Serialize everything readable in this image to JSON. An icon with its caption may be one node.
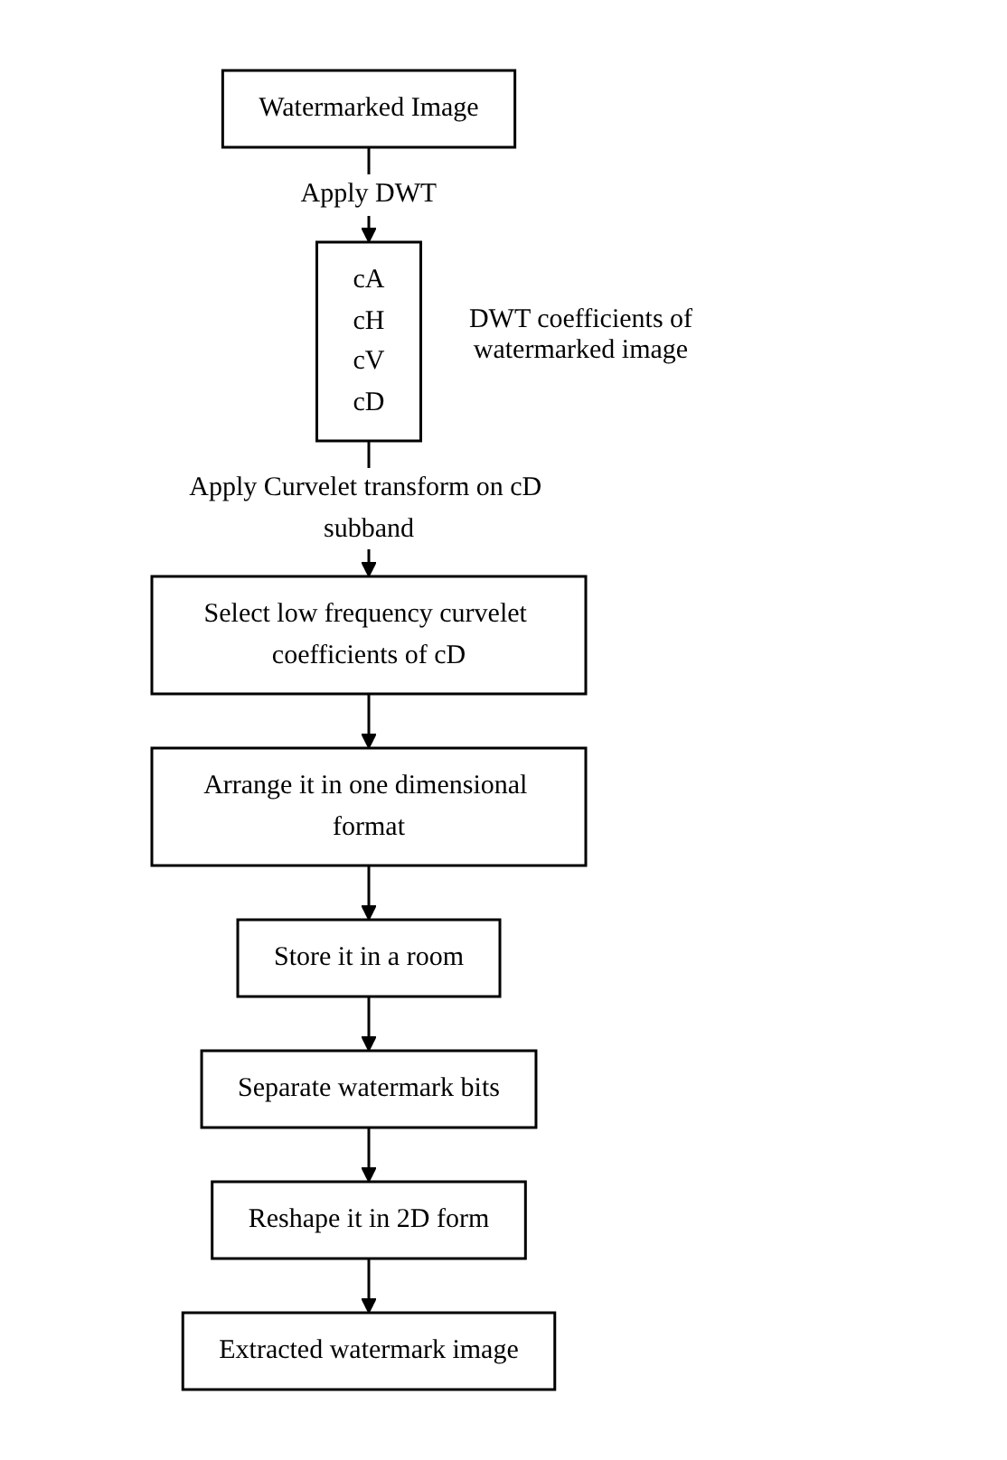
{
  "diagram": {
    "nodes": [
      {
        "text": [
          "Watermarked Image"
        ]
      },
      {
        "text": [
          "cA",
          "cH",
          "cV",
          "cD"
        ],
        "beside": [
          "DWT coefficients of watermarked image"
        ]
      },
      {
        "text": [
          "Select low frequency curvelet coefficients of cD"
        ]
      },
      {
        "text": [
          "Arrange it in one dimensional format"
        ]
      },
      {
        "text": [
          "Store it in a room"
        ]
      },
      {
        "text": [
          "Separate watermark bits"
        ]
      },
      {
        "text": [
          "Reshape it in 2D form"
        ]
      },
      {
        "text": [
          "Extracted watermark image"
        ]
      }
    ],
    "edges": [
      {
        "from": 0,
        "to": 1,
        "arrow": "to",
        "label": "Apply DWT"
      },
      {
        "from": 1,
        "to": 2,
        "arrow": "to",
        "label": "Apply Curvelet transform on cD subband"
      },
      {
        "from": 2,
        "to": 3,
        "arrow": "to"
      },
      {
        "from": 3,
        "to": 4,
        "arrow": "to"
      },
      {
        "from": 4,
        "to": 5,
        "arrow": "to"
      },
      {
        "from": 5,
        "to": 6,
        "arrow": "to"
      },
      {
        "from": 6,
        "to": 7,
        "arrow": "to"
      }
    ]
  }
}
